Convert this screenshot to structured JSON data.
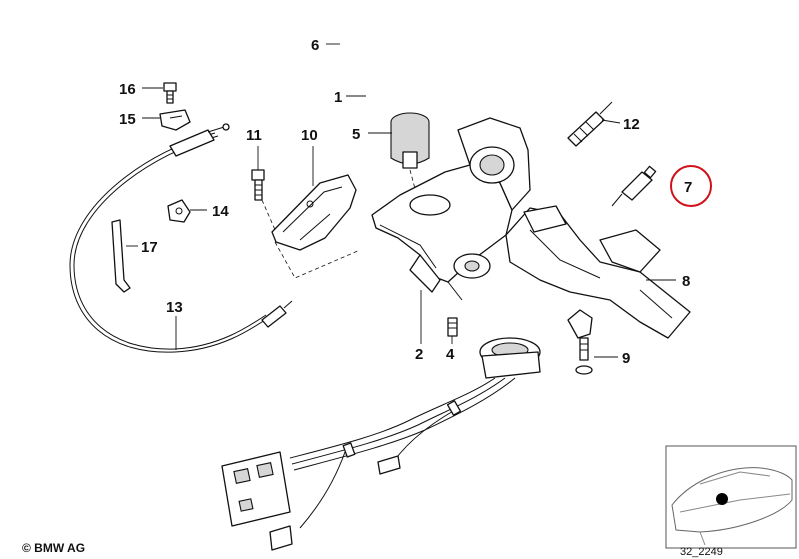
{
  "callouts": {
    "c1": "1",
    "c2": "2",
    "c4": "4",
    "c5": "5",
    "c6": "6",
    "c7": "7",
    "c8": "8",
    "c9": "9",
    "c10": "10",
    "c11": "11",
    "c12": "12",
    "c13": "13",
    "c14": "14",
    "c15": "15",
    "c16": "16",
    "c17": "17"
  },
  "highlight": {
    "part": "7",
    "color": "#d0101a"
  },
  "copyright": "© BMW AG",
  "diagram_ref": "32_2249"
}
